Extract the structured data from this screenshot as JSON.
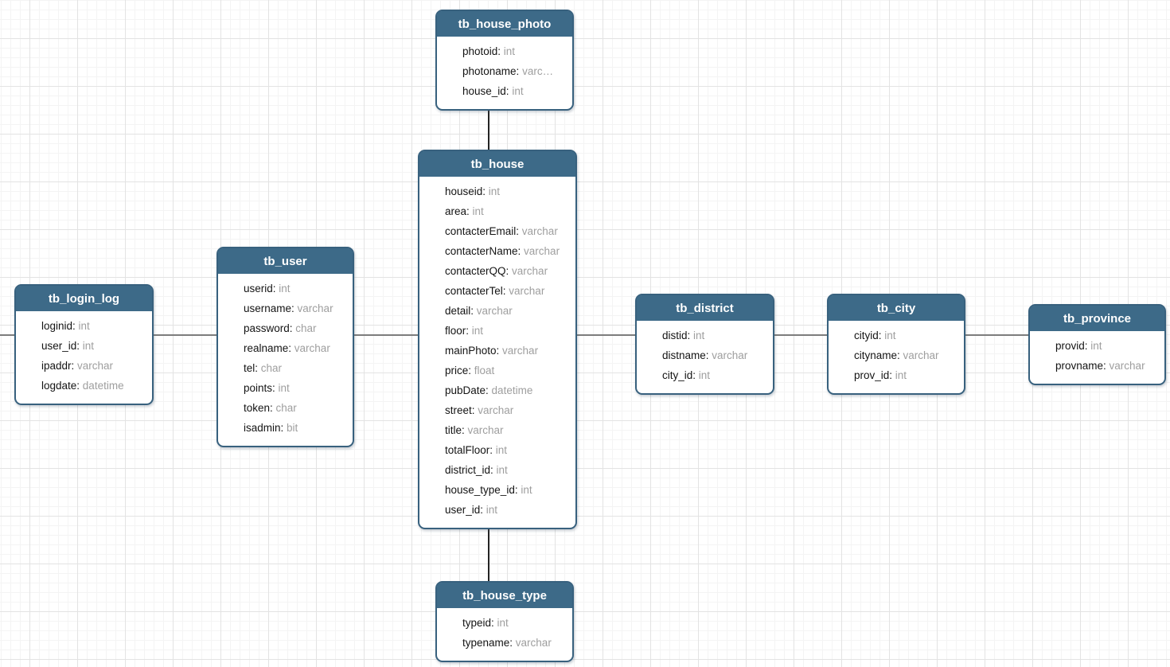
{
  "diagram": {
    "kind": "entity-relationship",
    "colors": {
      "header_bg": "#3d6a88",
      "box_border": "#38617e",
      "title_text": "#ffffff",
      "field_name_text": "#141414",
      "field_type_text": "#9e9e9e",
      "connector_horizontal": "#7d7d7d",
      "connector_vertical": "#242424",
      "grid_minor": "#f4f4f4",
      "grid_major": "#e3e3e3",
      "body_bg": "#ffffff"
    }
  },
  "tables": [
    {
      "title": "tb_house_photo",
      "fields": [
        {
          "name": "photoid",
          "type": "int"
        },
        {
          "name": "photoname",
          "type": "varc…"
        },
        {
          "name": "house_id",
          "type": "int"
        }
      ]
    },
    {
      "title": "tb_house",
      "fields": [
        {
          "name": "houseid",
          "type": "int"
        },
        {
          "name": "area",
          "type": "int"
        },
        {
          "name": "contacterEmail",
          "type": "varchar"
        },
        {
          "name": "contacterName",
          "type": "varchar"
        },
        {
          "name": "contacterQQ",
          "type": "varchar"
        },
        {
          "name": "contacterTel",
          "type": "varchar"
        },
        {
          "name": "detail",
          "type": "varchar"
        },
        {
          "name": "floor",
          "type": "int"
        },
        {
          "name": "mainPhoto",
          "type": "varchar"
        },
        {
          "name": "price",
          "type": "float"
        },
        {
          "name": "pubDate",
          "type": "datetime"
        },
        {
          "name": "street",
          "type": "varchar"
        },
        {
          "name": "title",
          "type": "varchar"
        },
        {
          "name": "totalFloor",
          "type": "int"
        },
        {
          "name": "district_id",
          "type": "int"
        },
        {
          "name": "house_type_id",
          "type": "int"
        },
        {
          "name": "user_id",
          "type": "int"
        }
      ]
    },
    {
      "title": "tb_user",
      "fields": [
        {
          "name": "userid",
          "type": "int"
        },
        {
          "name": "username",
          "type": "varchar"
        },
        {
          "name": "password",
          "type": "char"
        },
        {
          "name": "realname",
          "type": "varchar"
        },
        {
          "name": "tel",
          "type": "char"
        },
        {
          "name": "points",
          "type": "int"
        },
        {
          "name": "token",
          "type": "char"
        },
        {
          "name": "isadmin",
          "type": "bit"
        }
      ]
    },
    {
      "title": "tb_login_log",
      "fields": [
        {
          "name": "loginid",
          "type": "int"
        },
        {
          "name": "user_id",
          "type": "int"
        },
        {
          "name": "ipaddr",
          "type": "varchar"
        },
        {
          "name": "logdate",
          "type": "datetime"
        }
      ]
    },
    {
      "title": "tb_district",
      "fields": [
        {
          "name": "distid",
          "type": "int"
        },
        {
          "name": "distname",
          "type": "varchar"
        },
        {
          "name": "city_id",
          "type": "int"
        }
      ]
    },
    {
      "title": "tb_city",
      "fields": [
        {
          "name": "cityid",
          "type": "int"
        },
        {
          "name": "cityname",
          "type": "varchar"
        },
        {
          "name": "prov_id",
          "type": "int"
        }
      ]
    },
    {
      "title": "tb_province",
      "fields": [
        {
          "name": "provid",
          "type": "int"
        },
        {
          "name": "provname",
          "type": "varchar"
        }
      ]
    },
    {
      "title": "tb_house_type",
      "fields": [
        {
          "name": "typeid",
          "type": "int"
        },
        {
          "name": "typename",
          "type": "varchar"
        }
      ]
    }
  ],
  "connectors": [
    {
      "from": "tb_house_photo",
      "to": "tb_house",
      "orientation": "vertical"
    },
    {
      "from": "tb_house",
      "to": "tb_house_type",
      "orientation": "vertical"
    },
    {
      "from": "canvas-left-edge",
      "to": "tb_login_log",
      "orientation": "horizontal"
    },
    {
      "from": "tb_login_log",
      "to": "tb_user",
      "orientation": "horizontal"
    },
    {
      "from": "tb_user",
      "to": "tb_house",
      "orientation": "horizontal"
    },
    {
      "from": "tb_house",
      "to": "tb_district",
      "orientation": "horizontal"
    },
    {
      "from": "tb_district",
      "to": "tb_city",
      "orientation": "horizontal"
    },
    {
      "from": "tb_city",
      "to": "tb_province",
      "orientation": "horizontal"
    }
  ]
}
